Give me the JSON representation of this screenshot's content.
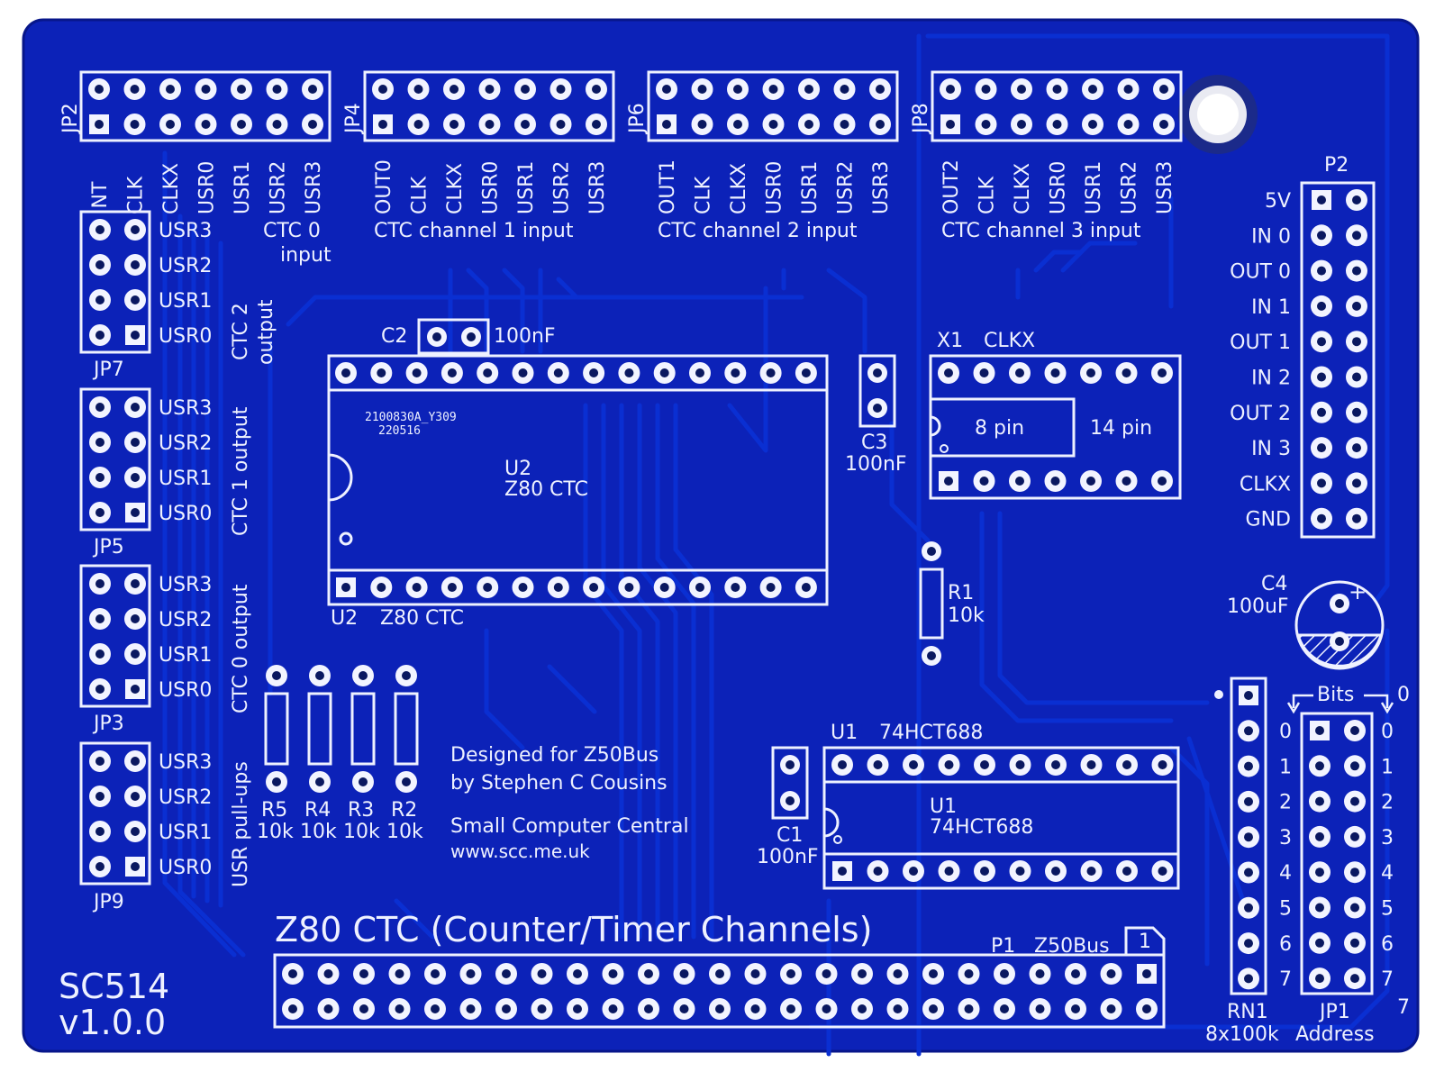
{
  "colors": {
    "solder_mask": "#0c22b8",
    "silkscreen": "#eef1ff",
    "pad": "#f2f4ff",
    "background": "#ffffff"
  },
  "board": {
    "name": "SC514",
    "version": "v1.0.0",
    "title": "Z80 CTC (Counter/Timer Channels)",
    "credits": {
      "line1": "Designed for Z50Bus",
      "line2": "by Stephen C Cousins",
      "line3": "Small Computer Central",
      "line4": "www.scc.me.uk"
    }
  },
  "headers_top": [
    {
      "ref": "JP2",
      "pins": [
        "INT",
        "CLK",
        "CLKX",
        "USR0",
        "USR1",
        "USR2",
        "USR3"
      ],
      "caption1": "CTC 0",
      "caption2": "input"
    },
    {
      "ref": "JP4",
      "pins": [
        "OUT0",
        "CLK",
        "CLKX",
        "USR0",
        "USR1",
        "USR2",
        "USR3"
      ],
      "caption1": "CTC channel 1 input",
      "caption2": ""
    },
    {
      "ref": "JP6",
      "pins": [
        "OUT1",
        "CLK",
        "CLKX",
        "USR0",
        "USR1",
        "USR2",
        "USR3"
      ],
      "caption1": "CTC channel 2 input",
      "caption2": ""
    },
    {
      "ref": "JP8",
      "pins": [
        "OUT2",
        "CLK",
        "CLKX",
        "USR0",
        "USR1",
        "USR2",
        "USR3"
      ],
      "caption1": "CTC channel 3 input",
      "caption2": ""
    }
  ],
  "headers_left": [
    {
      "ref": "JP7",
      "labels": [
        "USR3",
        "USR2",
        "USR1",
        "USR0"
      ]
    },
    {
      "ref": "JP5",
      "labels": [
        "USR3",
        "USR2",
        "USR1",
        "USR0"
      ]
    },
    {
      "ref": "JP3",
      "labels": [
        "USR3",
        "USR2",
        "USR1",
        "USR0"
      ]
    },
    {
      "ref": "JP9",
      "labels": [
        "USR3",
        "USR2",
        "USR1",
        "USR0"
      ]
    }
  ],
  "vertical_labels": {
    "ctc2": "CTC 2",
    "ctc2_output": "output",
    "ctc1": "CTC 1 output",
    "ctc0": "CTC 0 output",
    "pullups": "USR pull-ups"
  },
  "p2": {
    "ref": "P2",
    "labels": [
      "5V",
      "IN 0",
      "OUT 0",
      "IN 1",
      "OUT 1",
      "IN 2",
      "OUT 2",
      "IN 3",
      "CLKX",
      "GND"
    ]
  },
  "u2": {
    "ref": "U2",
    "part": "Z80 CTC",
    "marking1": "2100830A_Y309",
    "marking2": "220516",
    "bottom_ref": "U2",
    "bottom_part": "Z80 CTC"
  },
  "c2": {
    "ref": "C2",
    "value": "100nF"
  },
  "c3": {
    "ref": "C3",
    "value": "100nF"
  },
  "c1": {
    "ref": "C1",
    "value": "100nF"
  },
  "c4": {
    "ref": "C4",
    "value": "100uF",
    "polarity": "+"
  },
  "x1": {
    "ref": "X1",
    "signal": "CLKX",
    "opt8": "8 pin",
    "opt14": "14 pin"
  },
  "r1": {
    "ref": "R1",
    "value": "10k"
  },
  "resistors": [
    {
      "ref": "R5",
      "value": "10k"
    },
    {
      "ref": "R4",
      "value": "10k"
    },
    {
      "ref": "R3",
      "value": "10k"
    },
    {
      "ref": "R2",
      "value": "10k"
    }
  ],
  "u1": {
    "ref": "U1",
    "part": "74HCT688",
    "ref_inside": "U1",
    "part_inside": "74HCT688"
  },
  "bits": {
    "title": "Bits",
    "left_digits": [
      "0",
      "1",
      "2",
      "3",
      "4",
      "5",
      "6",
      "7"
    ],
    "right_digits": [
      "0",
      "1",
      "2",
      "3",
      "4",
      "5",
      "6",
      "7"
    ],
    "top_right": "0",
    "bottom_right": "7"
  },
  "rn1": {
    "ref": "RN1",
    "value": "8x100k"
  },
  "jp1": {
    "ref": "JP1",
    "caption": "Address"
  },
  "p1": {
    "ref": "P1",
    "bus": "Z50Bus",
    "pin1": "1"
  }
}
